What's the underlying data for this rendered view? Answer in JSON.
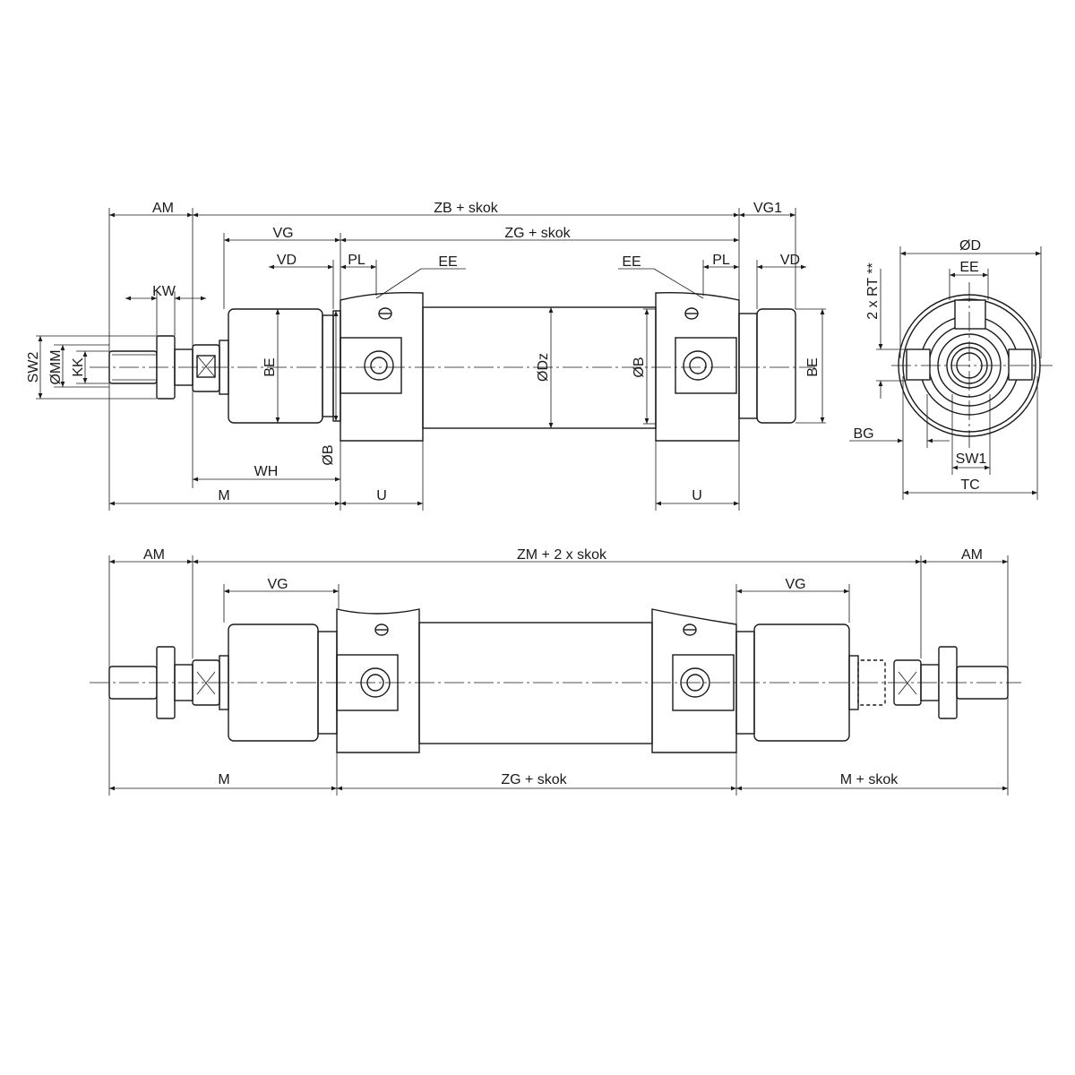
{
  "side_view": {
    "AM": "AM",
    "ZB": "ZB + skok",
    "VG1": "VG1",
    "VG": "VG",
    "ZG": "ZG + skok",
    "VD_left": "VD",
    "PL_left": "PL",
    "EE_left": "EE",
    "EE_right": "EE",
    "PL_right": "PL",
    "VD_right": "VD",
    "KW": "KW",
    "SW2": "SW2",
    "MM": "ØMM",
    "KK": "KK",
    "BE_left": "BE",
    "B_left": "ØB",
    "Dz": "ØDz",
    "B_right": "ØB",
    "BE_right": "BE",
    "WH": "WH",
    "M": "M",
    "U_left": "U",
    "U_right": "U"
  },
  "end_view": {
    "D": "ØD",
    "EE": "EE",
    "RT": "2 x RT **",
    "BG": "BG",
    "SW1": "SW1",
    "TC": "TC"
  },
  "double_rod_view": {
    "AM_left": "AM",
    "ZM": "ZM + 2 x skok",
    "AM_right": "AM",
    "VG_left": "VG",
    "VG_right": "VG",
    "M": "M",
    "ZG": "ZG + skok",
    "M_skok": "M + skok"
  }
}
